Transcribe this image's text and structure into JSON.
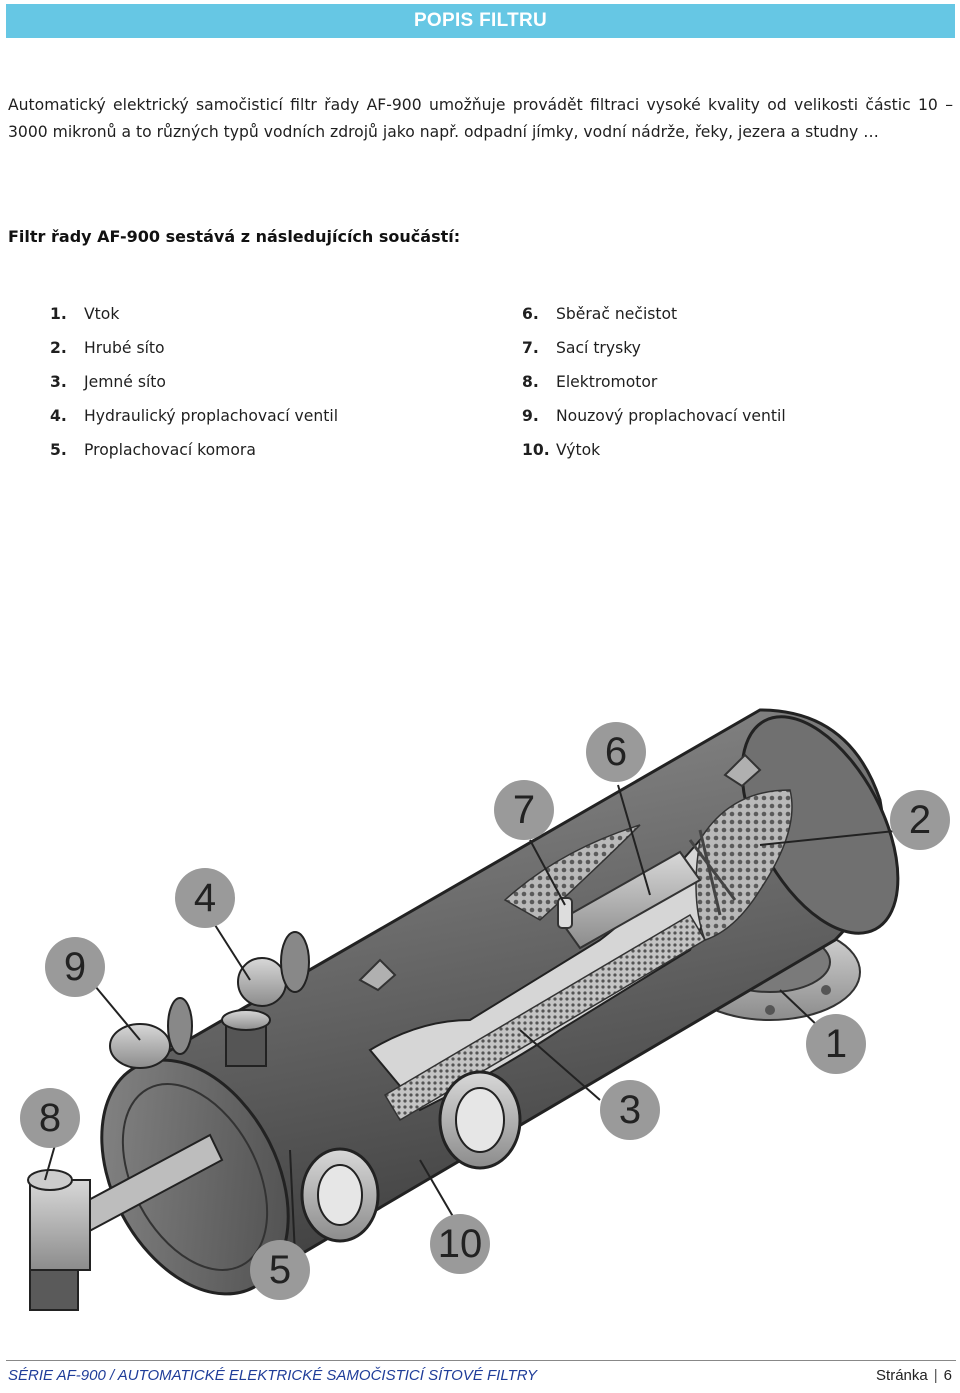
{
  "header": {
    "title": "POPIS FILTRU"
  },
  "intro": "Automatický elektrický samočisticí filtr řady AF-900 umožňuje provádět filtraci vysoké kvality od velikosti částic 10 – 3000 mikronů a to různých typů vodních zdrojů jako např. odpadní jímky, vodní nádrže, řeky, jezera a studny …",
  "components_heading": "Filtr řady AF-900 sestává z následujících součástí:",
  "components": [
    {
      "number": "1.",
      "label": "Vtok"
    },
    {
      "number": "2.",
      "label": "Hrubé síto"
    },
    {
      "number": "3.",
      "label": "Jemné síto"
    },
    {
      "number": "4.",
      "label": "Hydraulický proplachovací ventil"
    },
    {
      "number": "5.",
      "label": "Proplachovací komora"
    },
    {
      "number": "6.",
      "label": "Sběrač nečistot"
    },
    {
      "number": "7.",
      "label": "Sací trysky"
    },
    {
      "number": "8.",
      "label": "Elektromotor"
    },
    {
      "number": "9.",
      "label": "Nouzový proplachovací ventil"
    },
    {
      "number": "10.",
      "label": "Výtok"
    }
  ],
  "figure": {
    "callouts": [
      "1",
      "2",
      "3",
      "4",
      "5",
      "6",
      "7",
      "8",
      "9",
      "10"
    ]
  },
  "footer": {
    "series_text": "SÉRIE AF-900 / AUTOMATICKÉ ELEKTRICKÉ SAMOČISTICÍ SÍTOVÉ FILTRY",
    "page_label": "Stránka",
    "page_separator": "|",
    "page_number": "6"
  },
  "colors": {
    "title_bar": "#66c7e4",
    "footer_text": "#1f3d99"
  }
}
